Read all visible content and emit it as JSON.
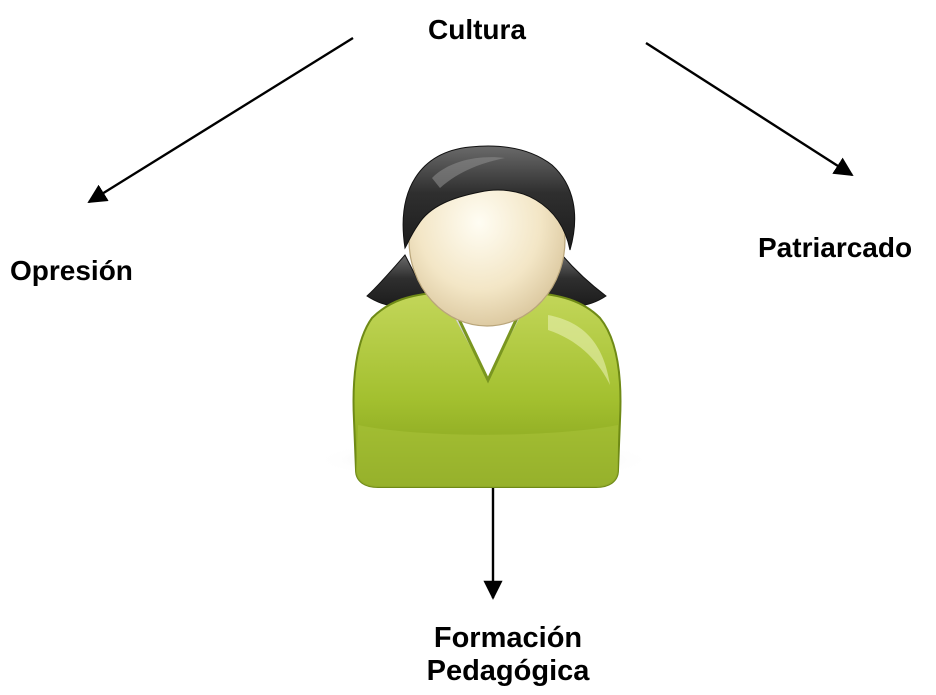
{
  "diagram": {
    "center_node": "woman-avatar",
    "nodes": {
      "top": "Cultura",
      "left": "Opresión",
      "right": "Patriarcado",
      "bottom_line1": "Formación",
      "bottom_line2": "Pedagógica"
    },
    "colors": {
      "text": "#000000",
      "arrow": "#000000",
      "sweater": "#9dbb2b",
      "sweater_dark": "#6f8a16",
      "hair": "#2e2e2e",
      "face": "#f1e3c0",
      "collar": "#ffffff"
    }
  }
}
